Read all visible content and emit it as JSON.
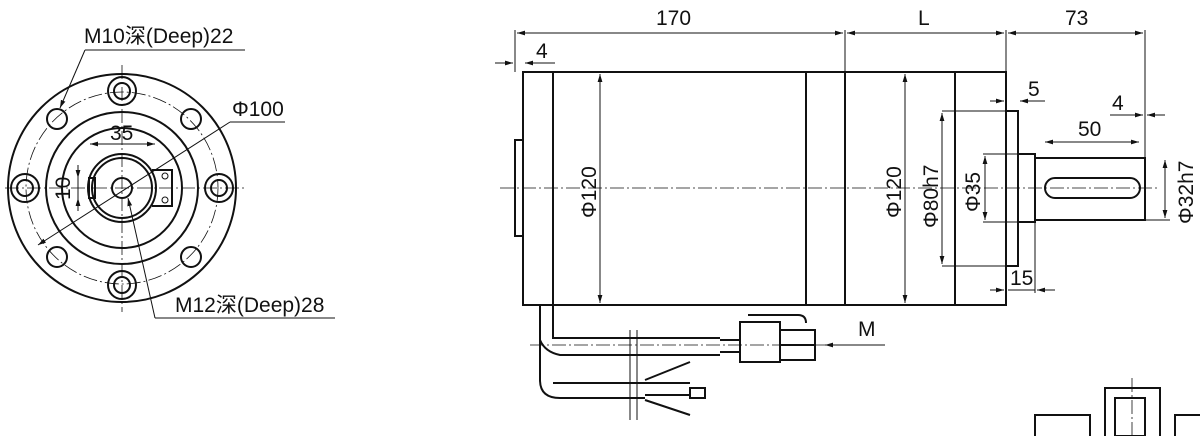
{
  "front_view": {
    "hole_label_top": "M10深(Deep)22",
    "pcd_label": "Φ100",
    "boss_label": "35",
    "key_label": "10",
    "shaft_hole_label": "M12深(Deep)28"
  },
  "side_view": {
    "dim_body": "170",
    "dim_gearbox": "L",
    "dim_shaft": "73",
    "dim_rear_cap": "4",
    "dim_flange": "5",
    "dim_shaft_end": "4",
    "dim_key_length": "50",
    "dim_step": "15",
    "dia_motor": "Φ120",
    "dia_gearbox": "Φ120",
    "dia_pilot": "Φ80h7",
    "dia_step": "Φ35",
    "dia_shaft": "Φ32h7",
    "connector_label": "M"
  },
  "colors": {
    "line": "#111111",
    "background": "#ffffff"
  }
}
